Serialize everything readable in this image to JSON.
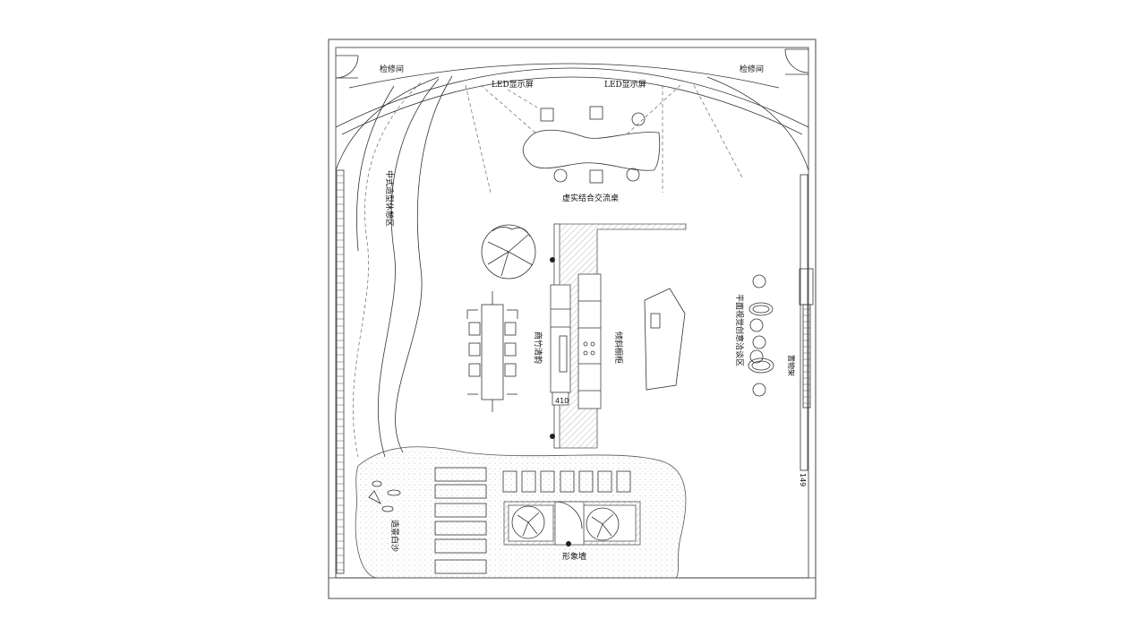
{
  "labels": {
    "inspection_room_left": "检修间",
    "inspection_room_right": "检修间",
    "led_screen_left": "LED显示屏",
    "led_screen_right": "LED显示屏",
    "virtual_real_table": "虚实结合交流桌",
    "chinese_rest_area": "中式造型休憩区",
    "tea_bar": "商竹清韵",
    "tilted_cabinet": "倾斜橱柜",
    "graphic_design_area": "平面视觉创意洽谈区",
    "shelf": "置物架",
    "landscape_sand": "造景白沙",
    "image_wall": "形象墙",
    "dim_410": "410",
    "dim_149": "149"
  }
}
